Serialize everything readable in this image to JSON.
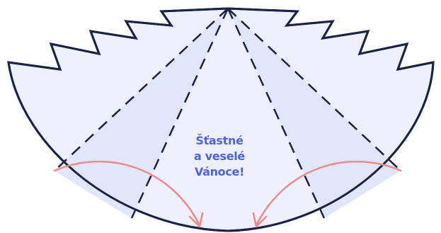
{
  "greeting": {
    "lines": [
      "Šťastné",
      "a veselé",
      "Vánoce!"
    ]
  },
  "colors": {
    "outline": "#1b2247",
    "paper": "#eef1fd",
    "fold_shade": "#e1e7fa",
    "arrow": "#f08a8a",
    "text": "#4e63d6"
  }
}
